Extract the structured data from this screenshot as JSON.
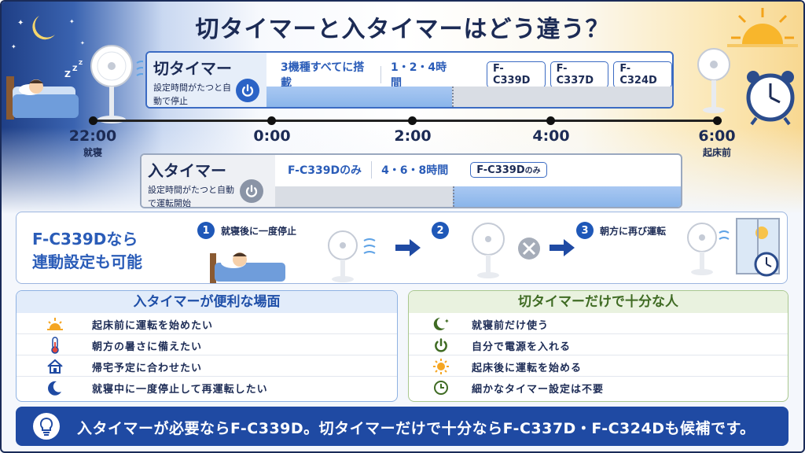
{
  "title": "切タイマーと入タイマーはどう違う？",
  "timeline": {
    "points": [
      {
        "time": "22:00",
        "sub": "就寝"
      },
      {
        "time": "0:00",
        "sub": ""
      },
      {
        "time": "2:00",
        "sub": ""
      },
      {
        "time": "4:00",
        "sub": ""
      },
      {
        "time": "6:00",
        "sub": "起床前"
      }
    ]
  },
  "off_timer": {
    "name": "切タイマー",
    "desc": "設定時間がたつと自動で停止",
    "support": "3機種すべてに搭載",
    "hours": "1・2・4時間",
    "models": [
      "F-C339D",
      "F-C337D",
      "F-C324D"
    ],
    "icon": "power-icon"
  },
  "on_timer": {
    "name": "入タイマー",
    "desc": "設定時間がたつと自動で運転開始",
    "support": "F-C339Dのみ",
    "hours": "4・6・8時間",
    "model": "F-C339D",
    "model_suffix": "のみ",
    "icon": "power-icon"
  },
  "linked": {
    "title_line1": "F-C339Dなら",
    "title_line2": "連動設定も可能",
    "steps": [
      {
        "num": "1",
        "text": "就寝後に一度停止"
      },
      {
        "num": "2",
        "text": ""
      },
      {
        "num": "3",
        "text": "朝方に再び運転"
      }
    ]
  },
  "left_panel": {
    "title": "入タイマーが便利な場面",
    "items": [
      {
        "icon": "sunrise-icon",
        "text": "起床前に運転を始めたい"
      },
      {
        "icon": "thermometer-icon",
        "text": "朝方の暑さに備えたい"
      },
      {
        "icon": "home-icon",
        "text": "帰宅予定に合わせたい"
      },
      {
        "icon": "moon-icon",
        "text": "就寝中に一度停止して再運転したい"
      }
    ]
  },
  "right_panel": {
    "title": "切タイマーだけで十分な人",
    "items": [
      {
        "icon": "moon-star-icon",
        "text": "就寝前だけ使う"
      },
      {
        "icon": "power-icon",
        "text": "自分で電源を入れる"
      },
      {
        "icon": "sun-icon",
        "text": "起床後に運転を始める"
      },
      {
        "icon": "clock-icon",
        "text": "細かなタイマー設定は不要"
      }
    ]
  },
  "footer": {
    "text": "入タイマーが必要ならF-C339D。切タイマーだけで十分ならF-C337D・F-C324Dも候補です。",
    "icon": "lightbulb-icon"
  },
  "colors": {
    "accent": "#2a5cb8",
    "navy": "#1c2b55",
    "footer": "#1f4aa3",
    "green": "#3f6b23",
    "bar_blue": "#8ab5ea",
    "bar_grey": "#d9dde4"
  }
}
